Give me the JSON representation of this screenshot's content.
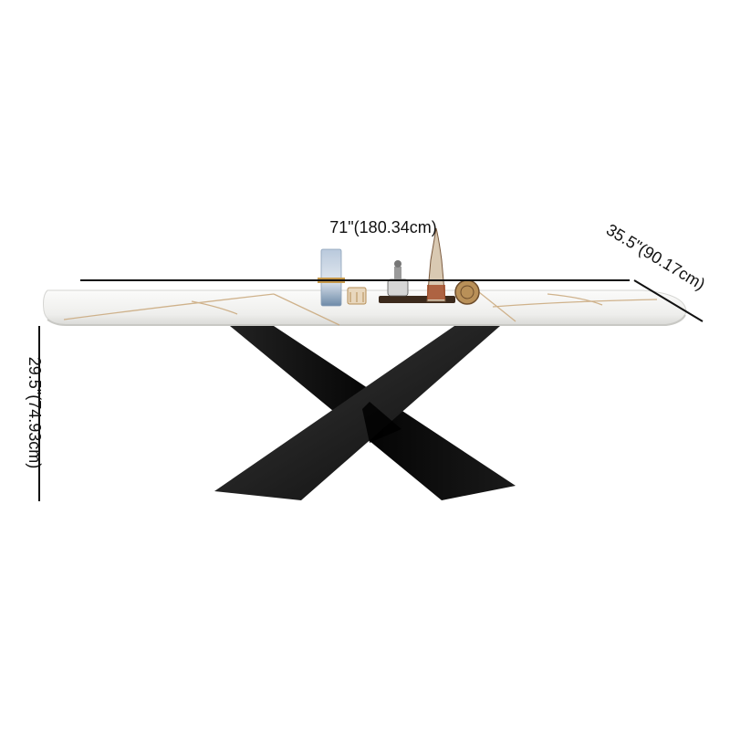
{
  "dimensions": {
    "length_label": "71\"(180.34cm)",
    "depth_label": "35.5\"(90.17cm)",
    "height_label": "29.5\"(74.93cm)"
  },
  "colors": {
    "background": "#ffffff",
    "tabletop": "#f3f3f1",
    "marble_vein": "#c9a77a",
    "base": "#0d0d0d",
    "dimension_line": "#111111"
  }
}
